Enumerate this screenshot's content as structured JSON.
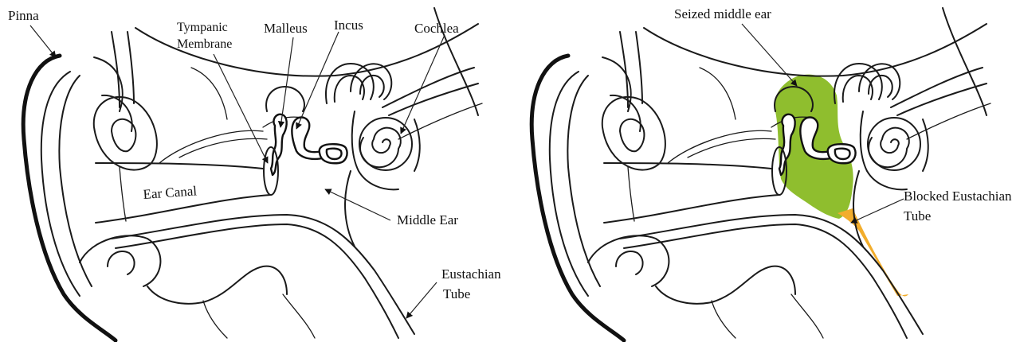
{
  "left_diagram": {
    "labels": {
      "pinna": "Pinna",
      "tympanic_line1": "Tympanic",
      "tympanic_line2": "Membrane",
      "malleus": "Malleus",
      "incus": "Incus",
      "cochlea": "Cochlea",
      "ear_canal": "Ear Canal",
      "middle_ear": "Middle Ear",
      "eustachian_line1": "Eustachian",
      "eustachian_line2": "Tube"
    }
  },
  "right_diagram": {
    "labels": {
      "seized_middle_ear": "Seized middle ear",
      "blocked_line1": "Blocked Eustachian",
      "blocked_line2": "Tube"
    },
    "colors": {
      "middle_ear_fill": "#8fbe2e",
      "eustachian_fill": "#f2ad2c"
    }
  }
}
